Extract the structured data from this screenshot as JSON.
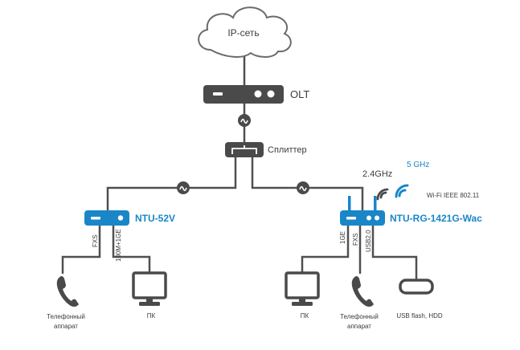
{
  "labels": {
    "cloud": "IP-сеть",
    "olt": "OLT",
    "splitter": "Сплиттер",
    "ntu52v": "NTU-52V",
    "ntu_rg": "NTU-RG-1421G-Wac",
    "band_24": "2.4GHz",
    "band_5": "5 GHz",
    "wifi": "Wi-Fi IEEE 802.11",
    "phone_left_1": "Телефонный",
    "phone_left_2": "аппарат",
    "pc_left": "ПК",
    "pc_right": "ПК",
    "phone_right_1": "Телефонный",
    "phone_right_2": "аппарат",
    "usb": "USB flash, HDD"
  },
  "ports": {
    "left_fxs": "FXS",
    "left_lan": "100M+1GE",
    "right_ge": "1GE",
    "right_fxs": "FXS",
    "right_usb": "USB2.0"
  },
  "colors": {
    "accent_blue": "#1a86c8",
    "dark_gray": "#4a4a4a",
    "wire": "#505050"
  },
  "icons": [
    "cloud-icon",
    "olt-icon",
    "splitter-icon",
    "fiber-link-icon",
    "router-icon",
    "phone-icon",
    "pc-icon",
    "usb-drive-icon",
    "wifi-icon"
  ]
}
